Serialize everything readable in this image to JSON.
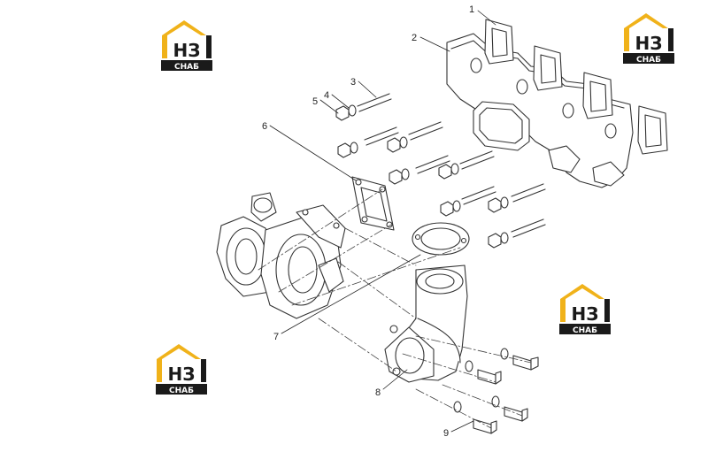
{
  "brand": {
    "mark": "НЗ",
    "caption": "СНАБ",
    "colors": {
      "roof": "#f0b21a",
      "dark": "#1a1a1a",
      "letters": "#1a1a1a",
      "caption_bg": "#1a1a1a",
      "caption_fg": "#ffffff"
    }
  },
  "callouts": [
    "1",
    "2",
    "3",
    "4",
    "5",
    "6",
    "7",
    "8",
    "9"
  ],
  "colors": {
    "line": "#333333",
    "fill": "#ffffff",
    "shade": "#e6e6e6"
  }
}
